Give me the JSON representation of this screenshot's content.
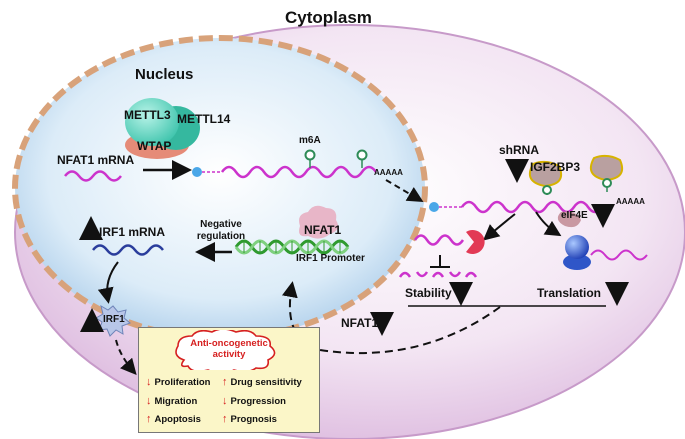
{
  "labels": {
    "cytoplasm": "Cytoplasm",
    "nucleus": "Nucleus",
    "mettl3": "METTL3",
    "mettl14": "METTL14",
    "wtap": "WTAP",
    "nfat1_mrna": "NFAT1 mRNA",
    "m6a": "m6A",
    "polya": "AAAAA",
    "shrna": "shRNA",
    "igf2bp3": "IGF2BP3",
    "eif4e": "eIF4E",
    "stability": "Stability",
    "translation": "Translation",
    "nfat1_protein": "NFAT1",
    "nfat1_cyto": "NFAT1",
    "irf1_promoter": "IRF1 Promoter",
    "negative_regulation": "Negative regulation",
    "irf1_mrna": "IRF1 mRNA",
    "irf1_protein": "IRF1"
  },
  "activity_box": {
    "title": "Anti-oncogenetic activity",
    "left": [
      "Proliferation",
      "Migration",
      "Apoptosis"
    ],
    "right": [
      "Drug sensitivity",
      "Progression",
      "Prognosis"
    ]
  },
  "colors": {
    "cytoplasm_fill": "#ead6ec",
    "nucleus_fill": "#c9e0f4",
    "nucleus_border": "#d8a27a",
    "mrna": "#cc33cc",
    "dna": "#3aa53a",
    "irf1_rna": "#2a3d9c",
    "arrow_red": "#d62020",
    "box_fill": "#fbf6c8"
  }
}
